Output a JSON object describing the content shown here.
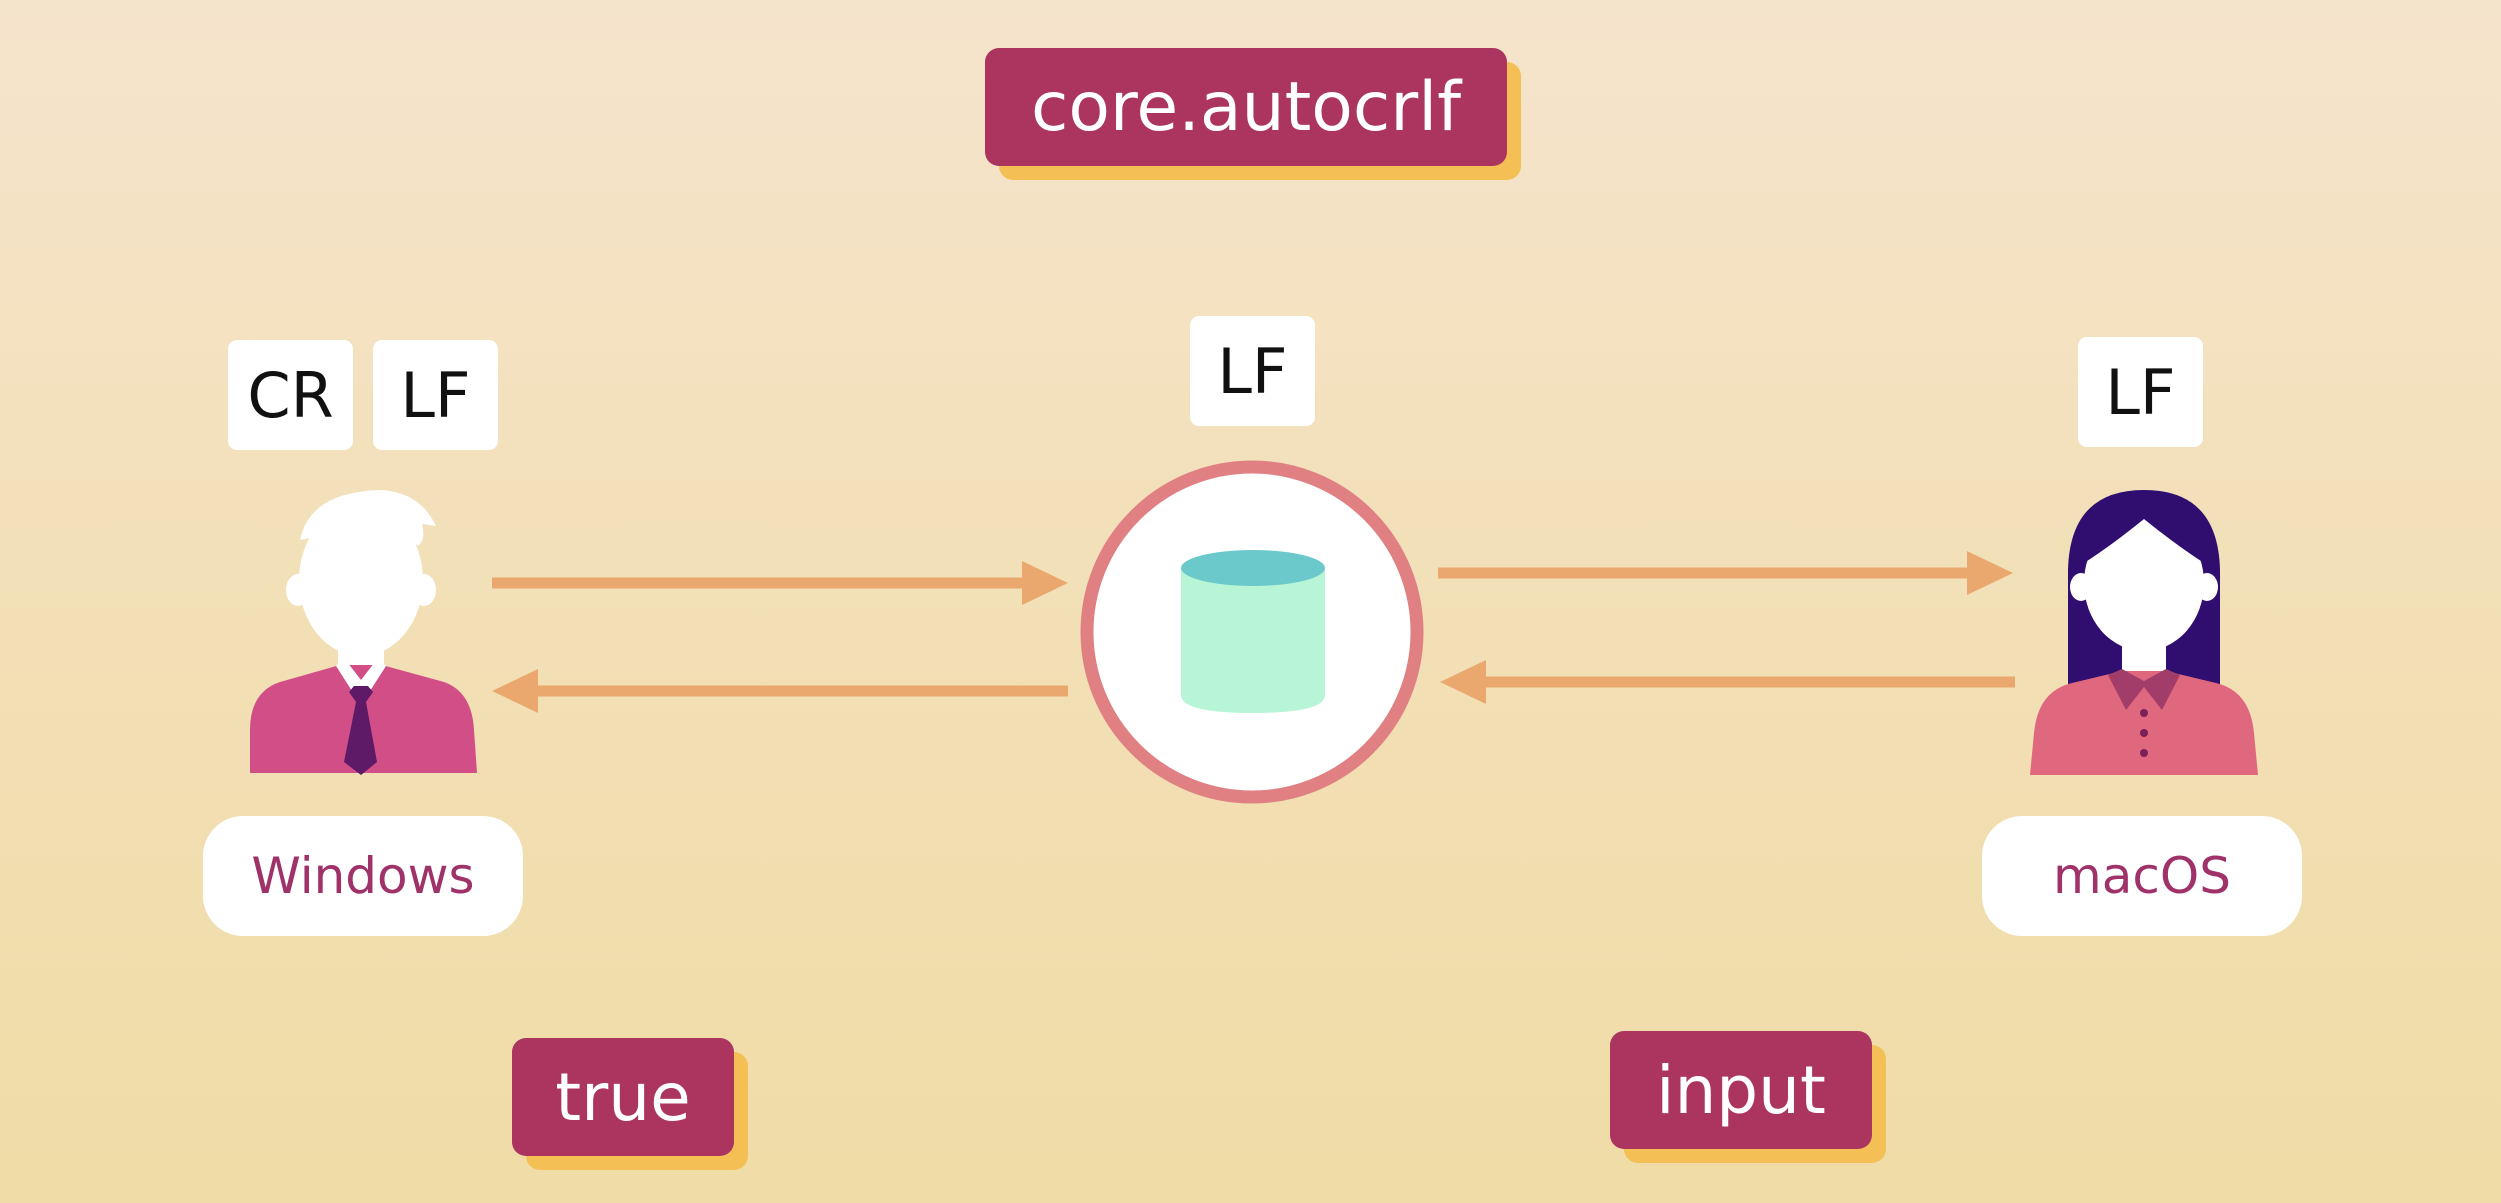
{
  "title": "core.autocrlf",
  "windows": {
    "os_label": "Windows",
    "line_endings": [
      "CR",
      "LF"
    ],
    "setting": "true"
  },
  "repository": {
    "line_ending": "LF"
  },
  "macos": {
    "os_label": "macOS",
    "line_ending": "LF",
    "setting": "input"
  },
  "colors": {
    "tag": "#ac3560",
    "tag_shadow": "#f4c056",
    "arrow": "#eba86e",
    "ring": "#e08082",
    "cylinder_body": "#b8f5d6",
    "cylinder_top": "#6cc9cb",
    "windows_shirt": "#d14f86",
    "windows_tie": "#5e1a66",
    "macos_hair": "#2f0e6f",
    "macos_shirt": "#e0687e",
    "os_text": "#a0326a"
  }
}
